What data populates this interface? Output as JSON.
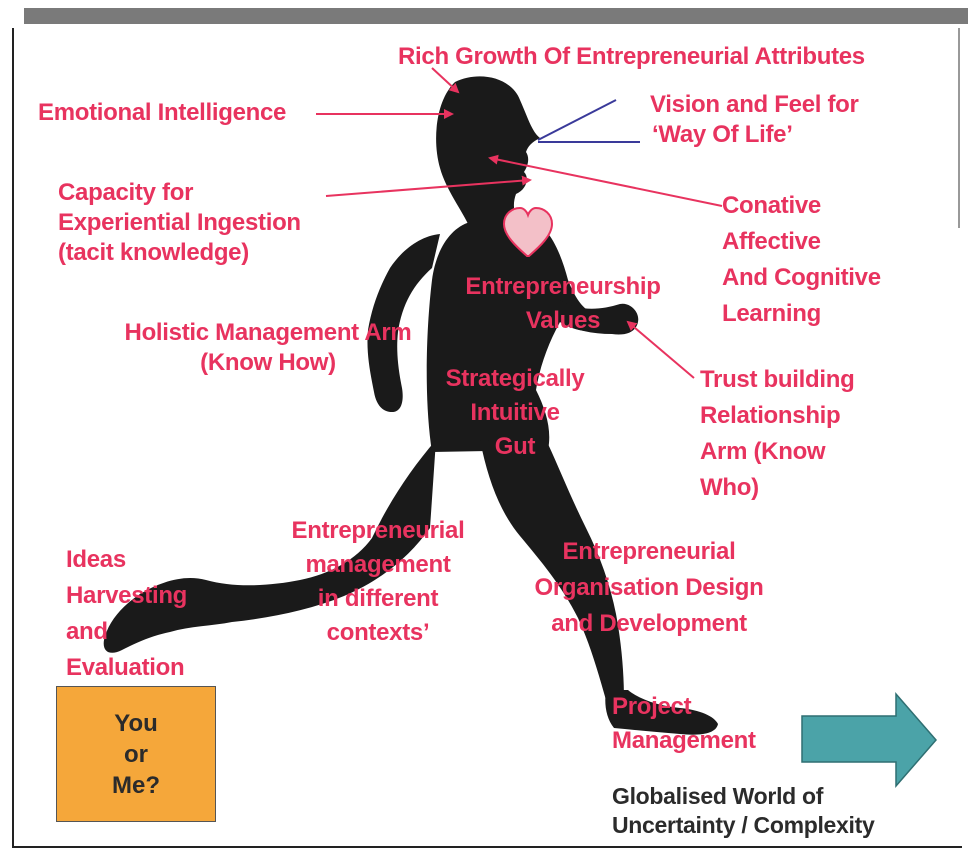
{
  "labels": {
    "rich_growth": "Rich Growth Of Entrepreneurial Attributes",
    "emotional_intelligence": "Emotional Intelligence",
    "vision": [
      "Vision and Feel for",
      "‘Way Of Life’"
    ],
    "capacity": [
      "Capacity for",
      "Experiential Ingestion",
      "(tacit knowledge)"
    ],
    "conative": [
      "Conative",
      "Affective",
      "And Cognitive",
      "Learning"
    ],
    "values": [
      "Entrepreneurship",
      "Values"
    ],
    "holistic": [
      "Holistic Management Arm",
      "(Know How)"
    ],
    "strategic": [
      "Strategically",
      "Intuitive",
      "Gut"
    ],
    "trust": [
      "Trust building",
      "Relationship",
      "Arm (Know",
      "Who)"
    ],
    "ent_management": [
      "Entrepreneurial",
      "management",
      "in different",
      "contexts’"
    ],
    "org_design": [
      "Entrepreneurial",
      "Organisation Design",
      "and Development"
    ],
    "ideas": [
      "Ideas",
      "Harvesting",
      "and",
      "Evaluation"
    ],
    "project": [
      "Project",
      "Management"
    ],
    "globalised": [
      "Globalised World of",
      "Uncertainty / Complexity"
    ]
  },
  "you_box": [
    "You",
    "or",
    "Me?"
  ],
  "colors": {
    "label": "#e8335f",
    "silhouette": "#1a1a1a",
    "box": "#f5a73a",
    "arrow_fill": "#4ba3a8",
    "vision_line": "#3a3a9a"
  },
  "icons": {
    "heart": "heart-icon",
    "arrow": "right-arrow-icon"
  }
}
